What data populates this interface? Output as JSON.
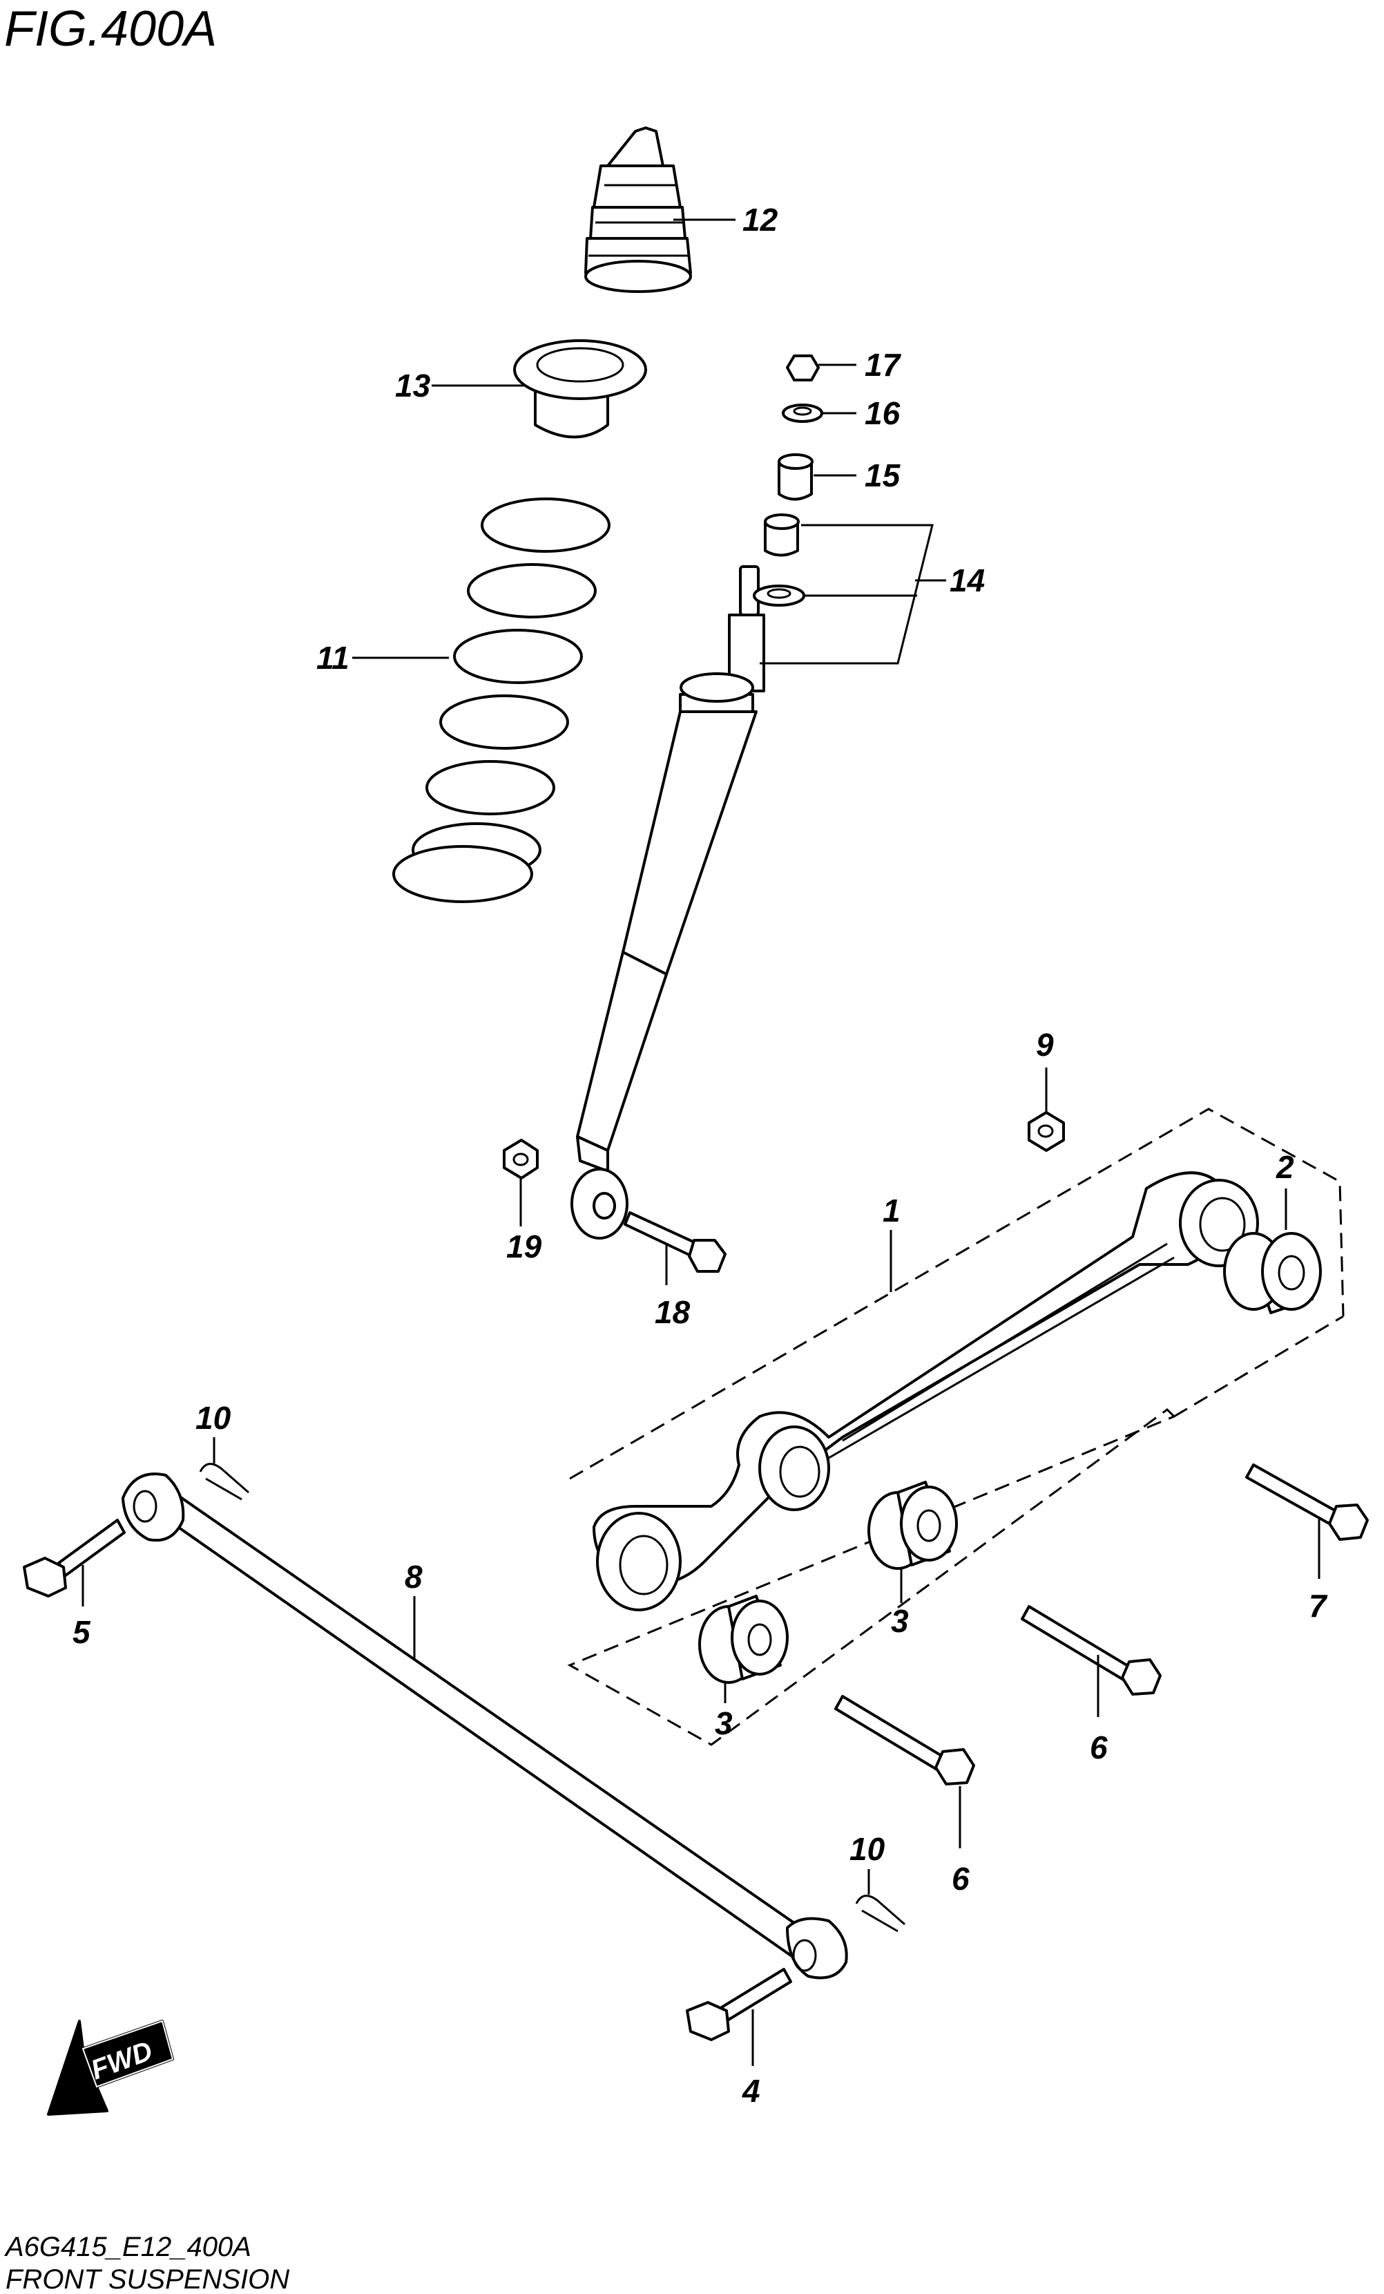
{
  "figure": {
    "title": "FIG.400A",
    "code": "A6G415_E12_400A",
    "name": "FRONT SUSPENSION",
    "fwd_label": "FWD"
  },
  "callouts": {
    "c1": "1",
    "c2": "2",
    "c3a": "3",
    "c3b": "3",
    "c4": "4",
    "c5": "5",
    "c6a": "6",
    "c6b": "6",
    "c7": "7",
    "c8": "8",
    "c9": "9",
    "c10a": "10",
    "c10b": "10",
    "c11": "11",
    "c12": "12",
    "c13": "13",
    "c14": "14",
    "c15": "15",
    "c16": "16",
    "c17": "17",
    "c18": "18",
    "c19": "19"
  },
  "icons": {
    "fwd": "fwd-arrow-icon"
  }
}
